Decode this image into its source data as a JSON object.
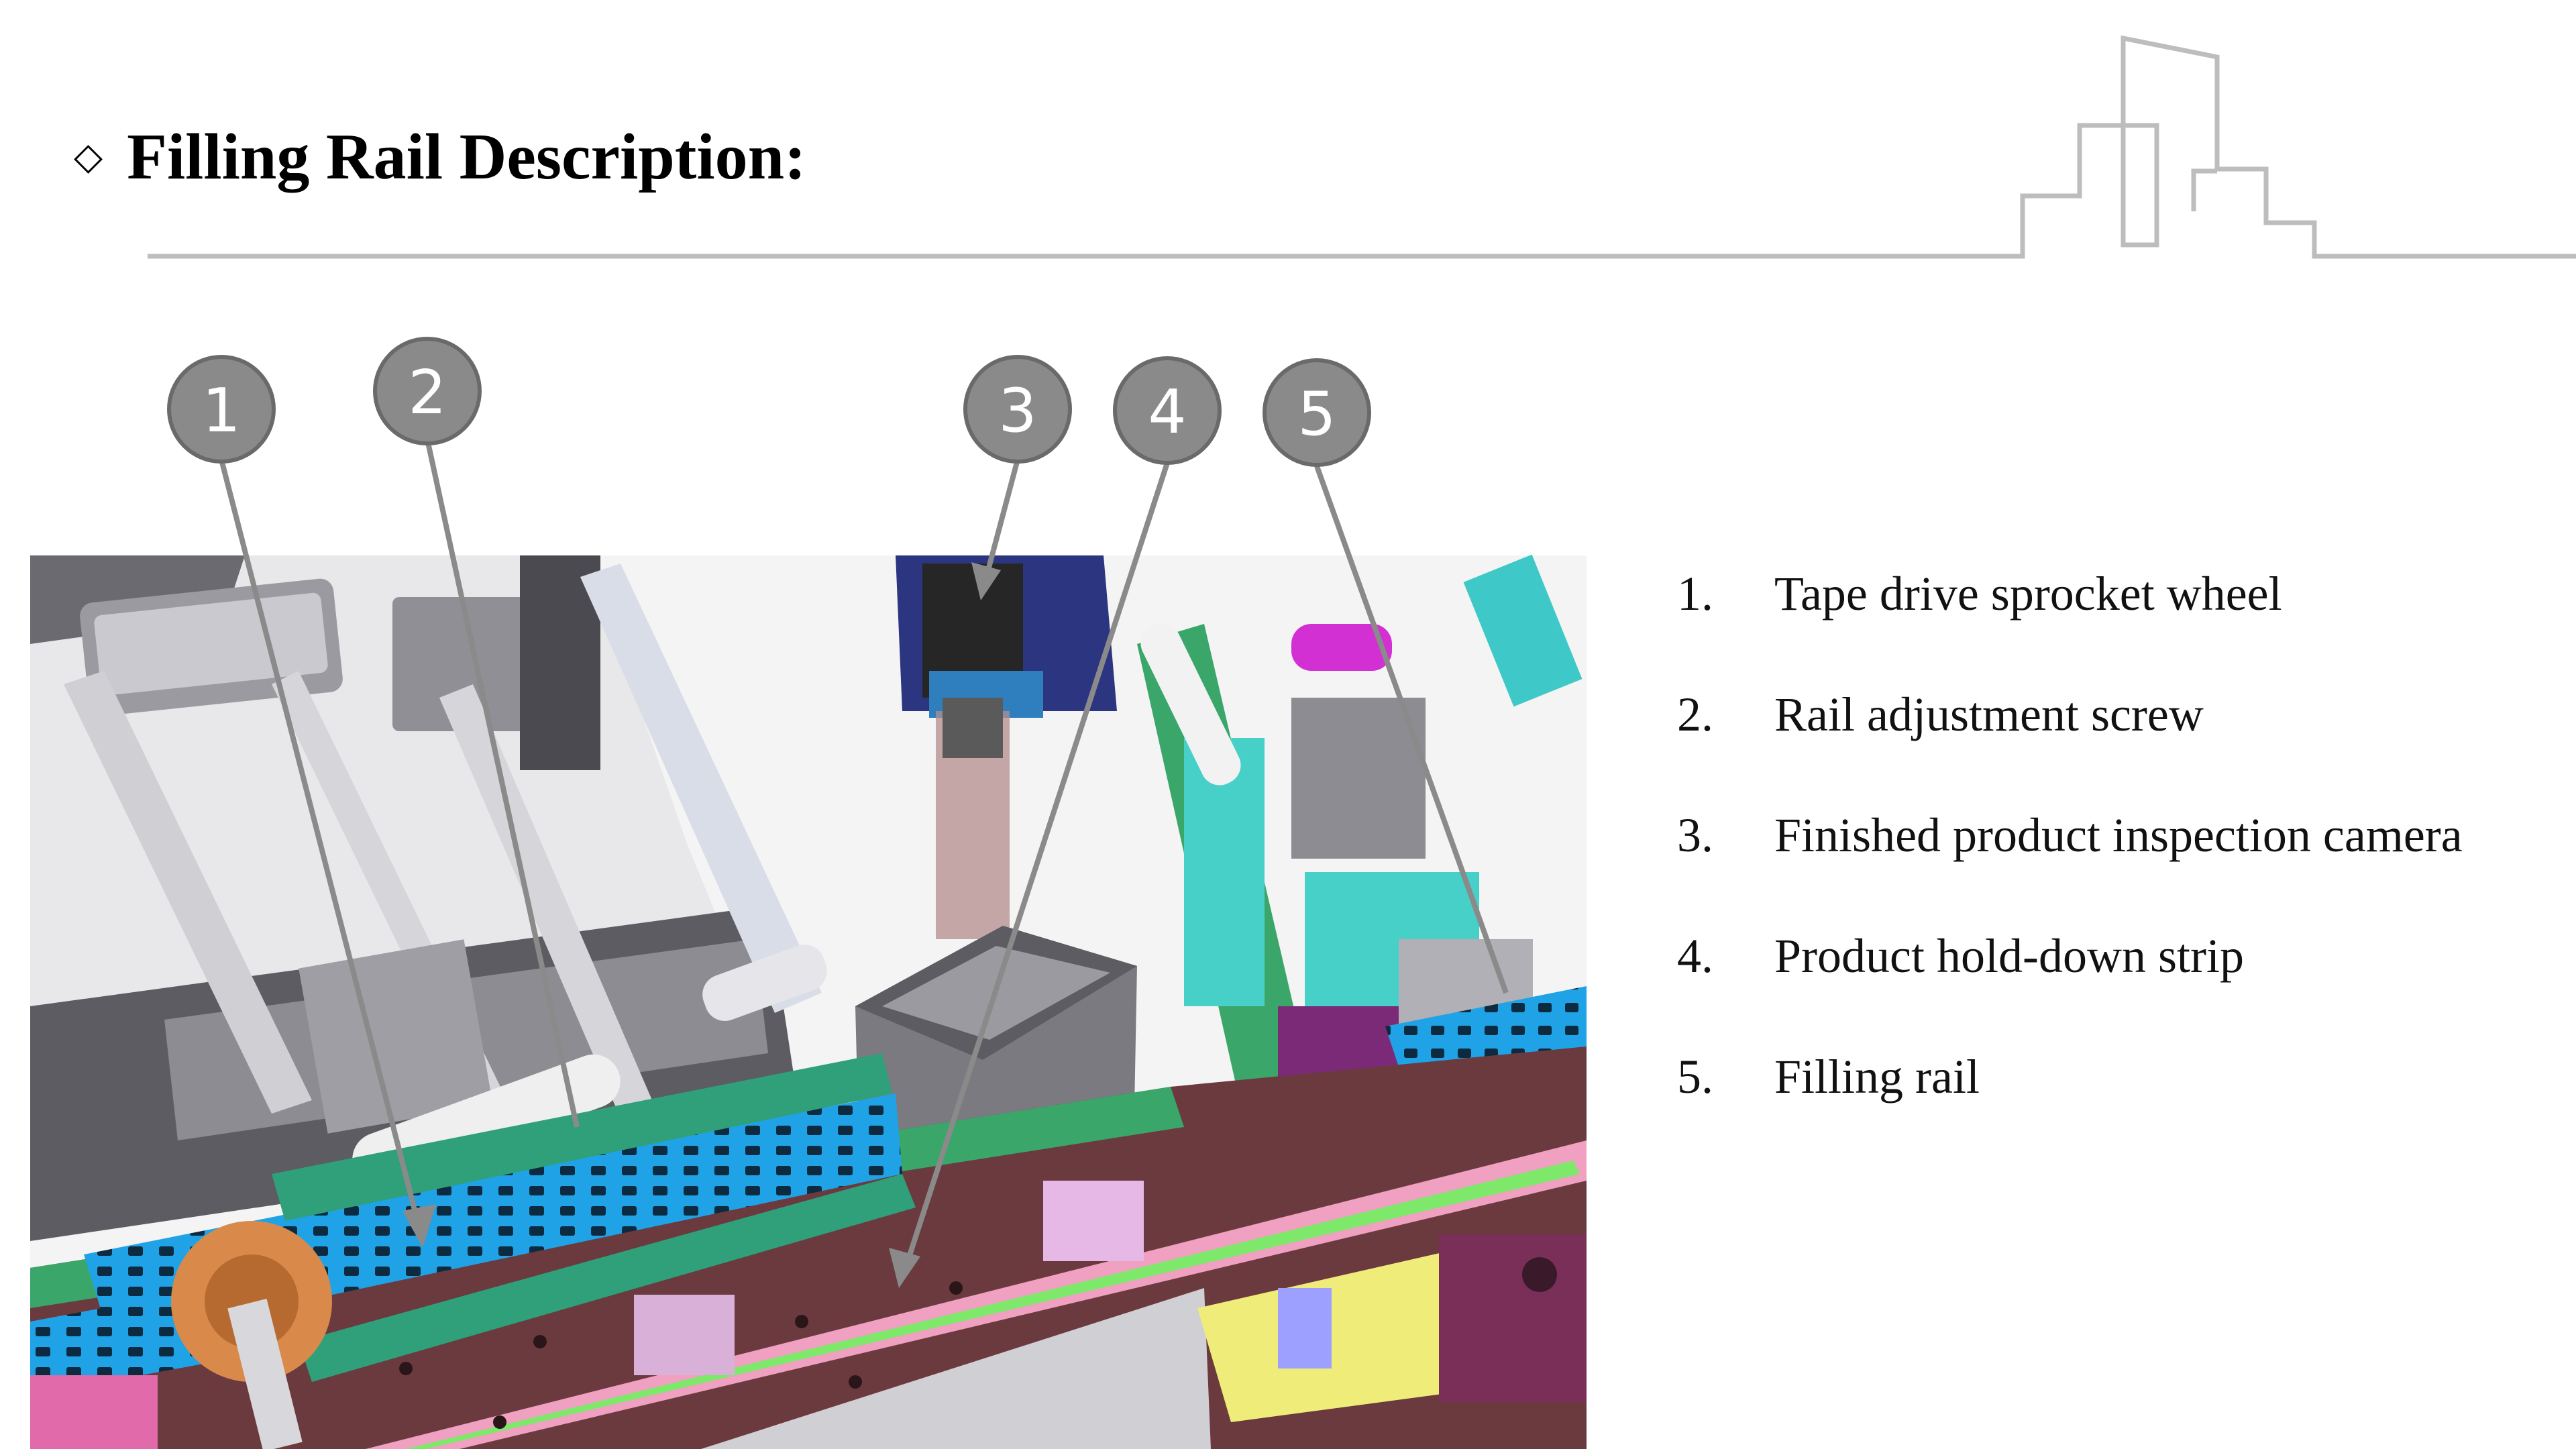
{
  "header": {
    "bullet_glyph": "◇",
    "title": "Filling Rail Description:"
  },
  "diagram": {
    "callouts": [
      "1",
      "2",
      "3",
      "4",
      "5"
    ]
  },
  "legend": [
    {
      "num": "1.",
      "text": "Tape drive sprocket wheel"
    },
    {
      "num": "2.",
      "text": "Rail adjustment screw"
    },
    {
      "num": "3.",
      "text": "Finished product inspection camera"
    },
    {
      "num": "4.",
      "text": "Product hold-down strip"
    },
    {
      "num": "5.",
      "text": "Filling rail"
    }
  ],
  "colors": {
    "rule": "#bdbdbd",
    "badge": "#8a8a8a",
    "tape_blue": "#1fa3e6",
    "rail_green": "#2fa07a",
    "frame_brown": "#6b3a3f",
    "accent_pink": "#f08cc8",
    "camera_navy": "#2c3580",
    "teal": "#3fc8c8"
  }
}
